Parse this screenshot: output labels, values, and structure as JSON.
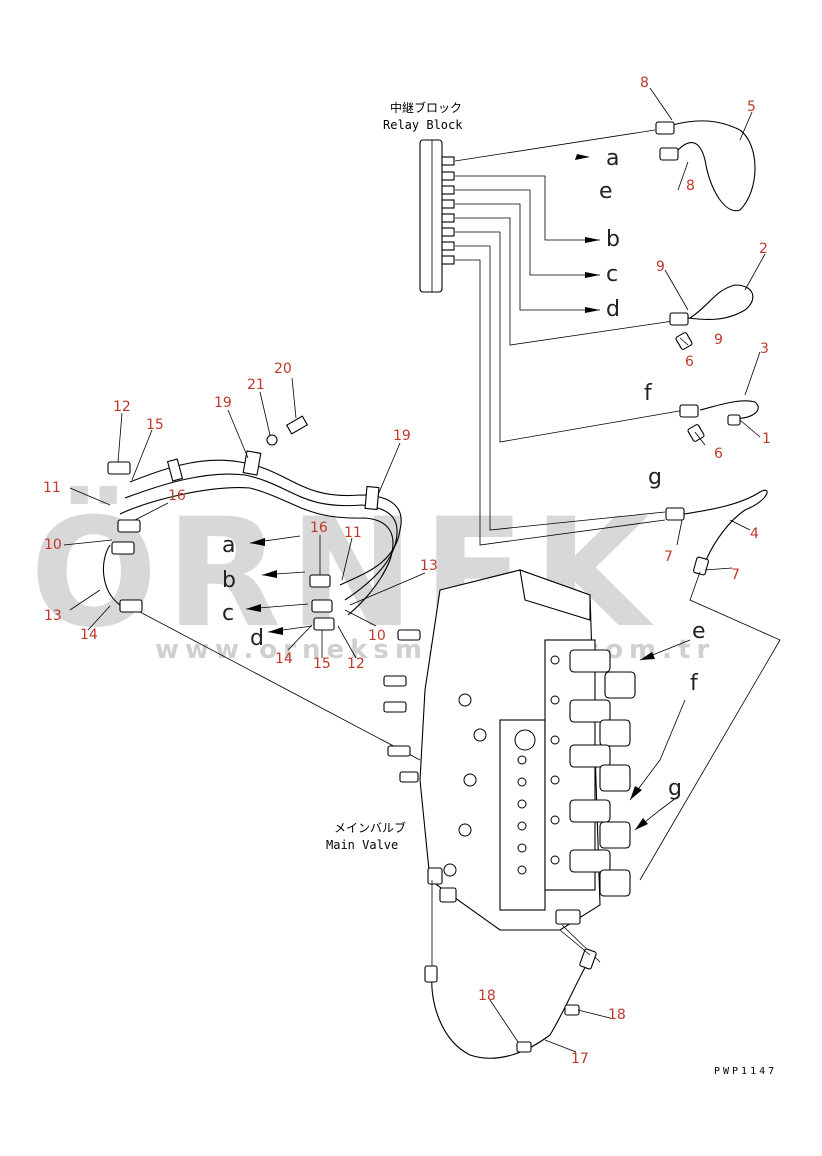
{
  "captions": {
    "relay_block_jp": "中継ブロック",
    "relay_block_en": "Relay Block",
    "main_valve_jp": "メインバルブ",
    "main_valve_en": "Main Valve",
    "drawing_code": "PWP1147"
  },
  "watermark": {
    "brand": "ÖRNEK",
    "url": "www.orneksmalzeme.com.tr",
    "color": "#d8d8d8"
  },
  "part_number_color": "#c0392b",
  "part_labels": [
    {
      "id": "8a",
      "text": "8"
    },
    {
      "id": "5",
      "text": "5"
    },
    {
      "id": "8b",
      "text": "8"
    },
    {
      "id": "9a",
      "text": "9"
    },
    {
      "id": "2",
      "text": "2"
    },
    {
      "id": "9b",
      "text": "9"
    },
    {
      "id": "3",
      "text": "3"
    },
    {
      "id": "6a",
      "text": "6"
    },
    {
      "id": "1",
      "text": "1"
    },
    {
      "id": "6b",
      "text": "6"
    },
    {
      "id": "4",
      "text": "4"
    },
    {
      "id": "7a",
      "text": "7"
    },
    {
      "id": "7b",
      "text": "7"
    },
    {
      "id": "20",
      "text": "20"
    },
    {
      "id": "21",
      "text": "21"
    },
    {
      "id": "19a",
      "text": "19"
    },
    {
      "id": "19b",
      "text": "19"
    },
    {
      "id": "12a",
      "text": "12"
    },
    {
      "id": "15a",
      "text": "15"
    },
    {
      "id": "11a",
      "text": "11"
    },
    {
      "id": "16a",
      "text": "16"
    },
    {
      "id": "10a",
      "text": "10"
    },
    {
      "id": "13a",
      "text": "13"
    },
    {
      "id": "14a",
      "text": "14"
    },
    {
      "id": "16b",
      "text": "16"
    },
    {
      "id": "11b",
      "text": "11"
    },
    {
      "id": "13b",
      "text": "13"
    },
    {
      "id": "10b",
      "text": "10"
    },
    {
      "id": "14b",
      "text": "14"
    },
    {
      "id": "15b",
      "text": "15"
    },
    {
      "id": "12b",
      "text": "12"
    },
    {
      "id": "18a",
      "text": "18"
    },
    {
      "id": "18b",
      "text": "18"
    },
    {
      "id": "17",
      "text": "17"
    }
  ],
  "connection_letters": [
    {
      "id": "a1",
      "text": "a"
    },
    {
      "id": "e1",
      "text": "e"
    },
    {
      "id": "b1",
      "text": "b"
    },
    {
      "id": "c1",
      "text": "c"
    },
    {
      "id": "d1",
      "text": "d"
    },
    {
      "id": "f1",
      "text": "f"
    },
    {
      "id": "g1",
      "text": "g"
    },
    {
      "id": "a2",
      "text": "a"
    },
    {
      "id": "b2",
      "text": "b"
    },
    {
      "id": "c2",
      "text": "c"
    },
    {
      "id": "d2",
      "text": "d"
    },
    {
      "id": "e2",
      "text": "e"
    },
    {
      "id": "f2",
      "text": "f"
    },
    {
      "id": "g2",
      "text": "g"
    }
  ]
}
